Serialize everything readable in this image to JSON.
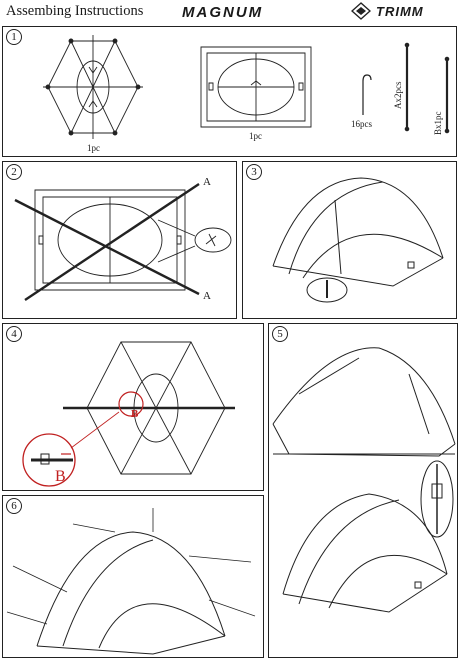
{
  "header": {
    "title": "Assembing Instructions",
    "model": "MAGNUM",
    "brand": "TRIMM"
  },
  "step1": {
    "number": "1",
    "inner_qty": "1pc",
    "fly_qty": "1pc",
    "peg_qty": "16pcs",
    "pole_a": "Ax2pcs",
    "pole_b": "Bx1pc"
  },
  "step2": {
    "number": "2",
    "mark_top": "A",
    "mark_bottom": "A"
  },
  "step3": {
    "number": "3"
  },
  "step4": {
    "number": "4",
    "mark": "B",
    "zoom_mark": "B"
  },
  "step5": {
    "number": "5"
  },
  "step6": {
    "number": "6"
  },
  "colors": {
    "line": "#222222",
    "highlight": "#c02020"
  }
}
